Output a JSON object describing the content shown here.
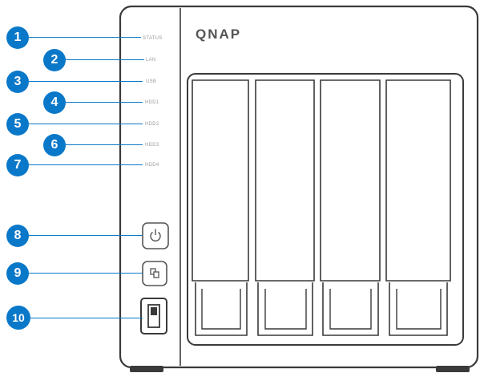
{
  "brand": {
    "logo_text": "QNAP"
  },
  "callouts": [
    {
      "number": "1",
      "led_label": "STATUS"
    },
    {
      "number": "2",
      "led_label": "LAN"
    },
    {
      "number": "3",
      "led_label": "USB"
    },
    {
      "number": "4",
      "led_label": "HDD1"
    },
    {
      "number": "5",
      "led_label": "HDD2"
    },
    {
      "number": "6",
      "led_label": "HDD3"
    },
    {
      "number": "7",
      "led_label": "HDD4"
    },
    {
      "number": "8"
    },
    {
      "number": "9"
    },
    {
      "number": "10"
    }
  ],
  "icons": {
    "power_button": "power-icon",
    "copy_button": "copy-icon",
    "usb_port": "usb-port-icon"
  },
  "colors": {
    "callout_blue": "#0a78c9",
    "chassis_outline": "#3a3a3a",
    "chassis_fill": "#ffffff"
  },
  "drive_bays": [
    "Bay 1",
    "Bay 2",
    "Bay 3",
    "Bay 4"
  ]
}
